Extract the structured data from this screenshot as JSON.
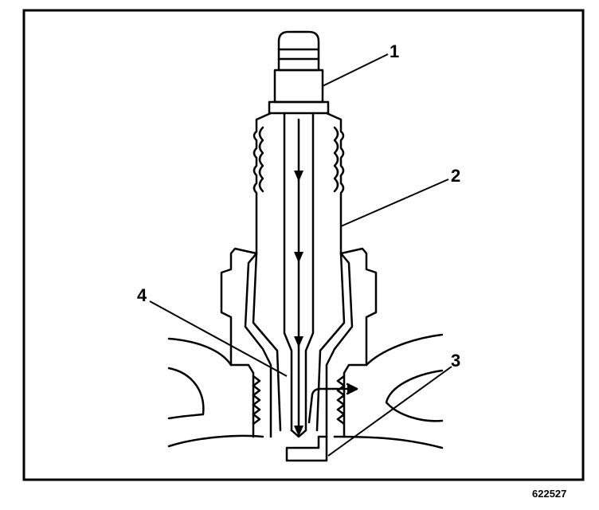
{
  "callouts": {
    "c1": "1",
    "c2": "2",
    "c3": "3",
    "c4": "4"
  },
  "figure_code": "622527",
  "colors": {
    "ink": "#000000",
    "paper": "#ffffff"
  }
}
